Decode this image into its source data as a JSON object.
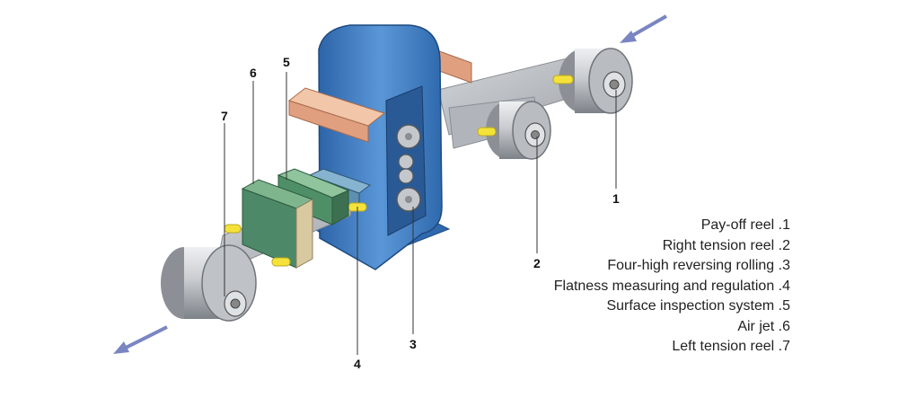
{
  "callouts": {
    "n1": "1",
    "n2": "2",
    "n3": "3",
    "n4": "4",
    "n5": "5",
    "n6": "6",
    "n7": "7"
  },
  "legend": [
    "Pay-off reel .1",
    "Right tension reel .2",
    "Four-high reversing rolling .3",
    "Flatness measuring and regulation .4",
    "Surface inspection system .5",
    "Air jet .6",
    "Left tension reel .7"
  ],
  "colors": {
    "mill_blue": "#3f7fc7",
    "arrow": "#7a86c2",
    "strip": "#b8bcc2",
    "reel": "#c9ccd0",
    "roller_yellow": "#f4e23a",
    "plate_copper": "#e0a080",
    "sensor_green": "#5f9a70",
    "tan_block": "#d8c9a0"
  }
}
